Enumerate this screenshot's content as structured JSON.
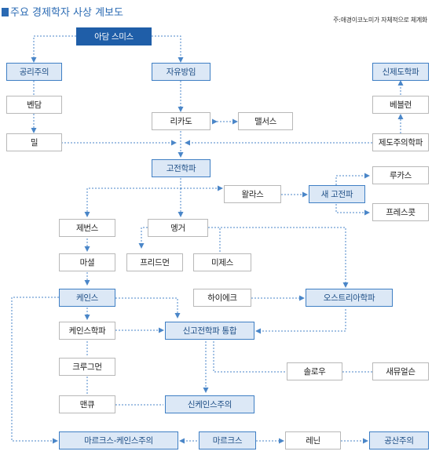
{
  "header": {
    "title": "주요 경제학자 사상 계보도",
    "note": "주:애경이코노미가 자체적으로 체계화"
  },
  "nodes": {
    "adam": "아담 스미스",
    "utilitarian": "공리주의",
    "laissez": "자유방임",
    "instsch": "신제도학파",
    "bentham": "벤담",
    "veblen": "베블런",
    "ricardo": "리카도",
    "malthus": "맬서스",
    "mill": "밀",
    "institutional": "제도주의학파",
    "classical": "고전학파",
    "lucas": "루카스",
    "walras": "왈라스",
    "newclassical": "새 고전파",
    "prescott": "프레스콧",
    "jevons": "제번스",
    "menger": "멩거",
    "marshall": "마셜",
    "friedman": "프리드먼",
    "mises": "미제스",
    "keynes": "케인스",
    "hayek": "하이에크",
    "austrian": "오스트리아학파",
    "keynesian": "케인스학파",
    "synthesis": "신고전학파 통합",
    "krugman": "크루그먼",
    "solow": "솔로우",
    "samuelson": "새뮤얼슨",
    "mankiw": "맨큐",
    "newkeynes": "신케인스주의",
    "marxkeynes": "마르크스-케인스주의",
    "marx": "마르크스",
    "lenin": "레닌",
    "communism": "공산주의"
  },
  "colors": {
    "accent": "#2a6ab3",
    "dark_node": "#1f5ea8",
    "highlight_fill": "#dce8f6",
    "edge": "#4a86c8"
  }
}
